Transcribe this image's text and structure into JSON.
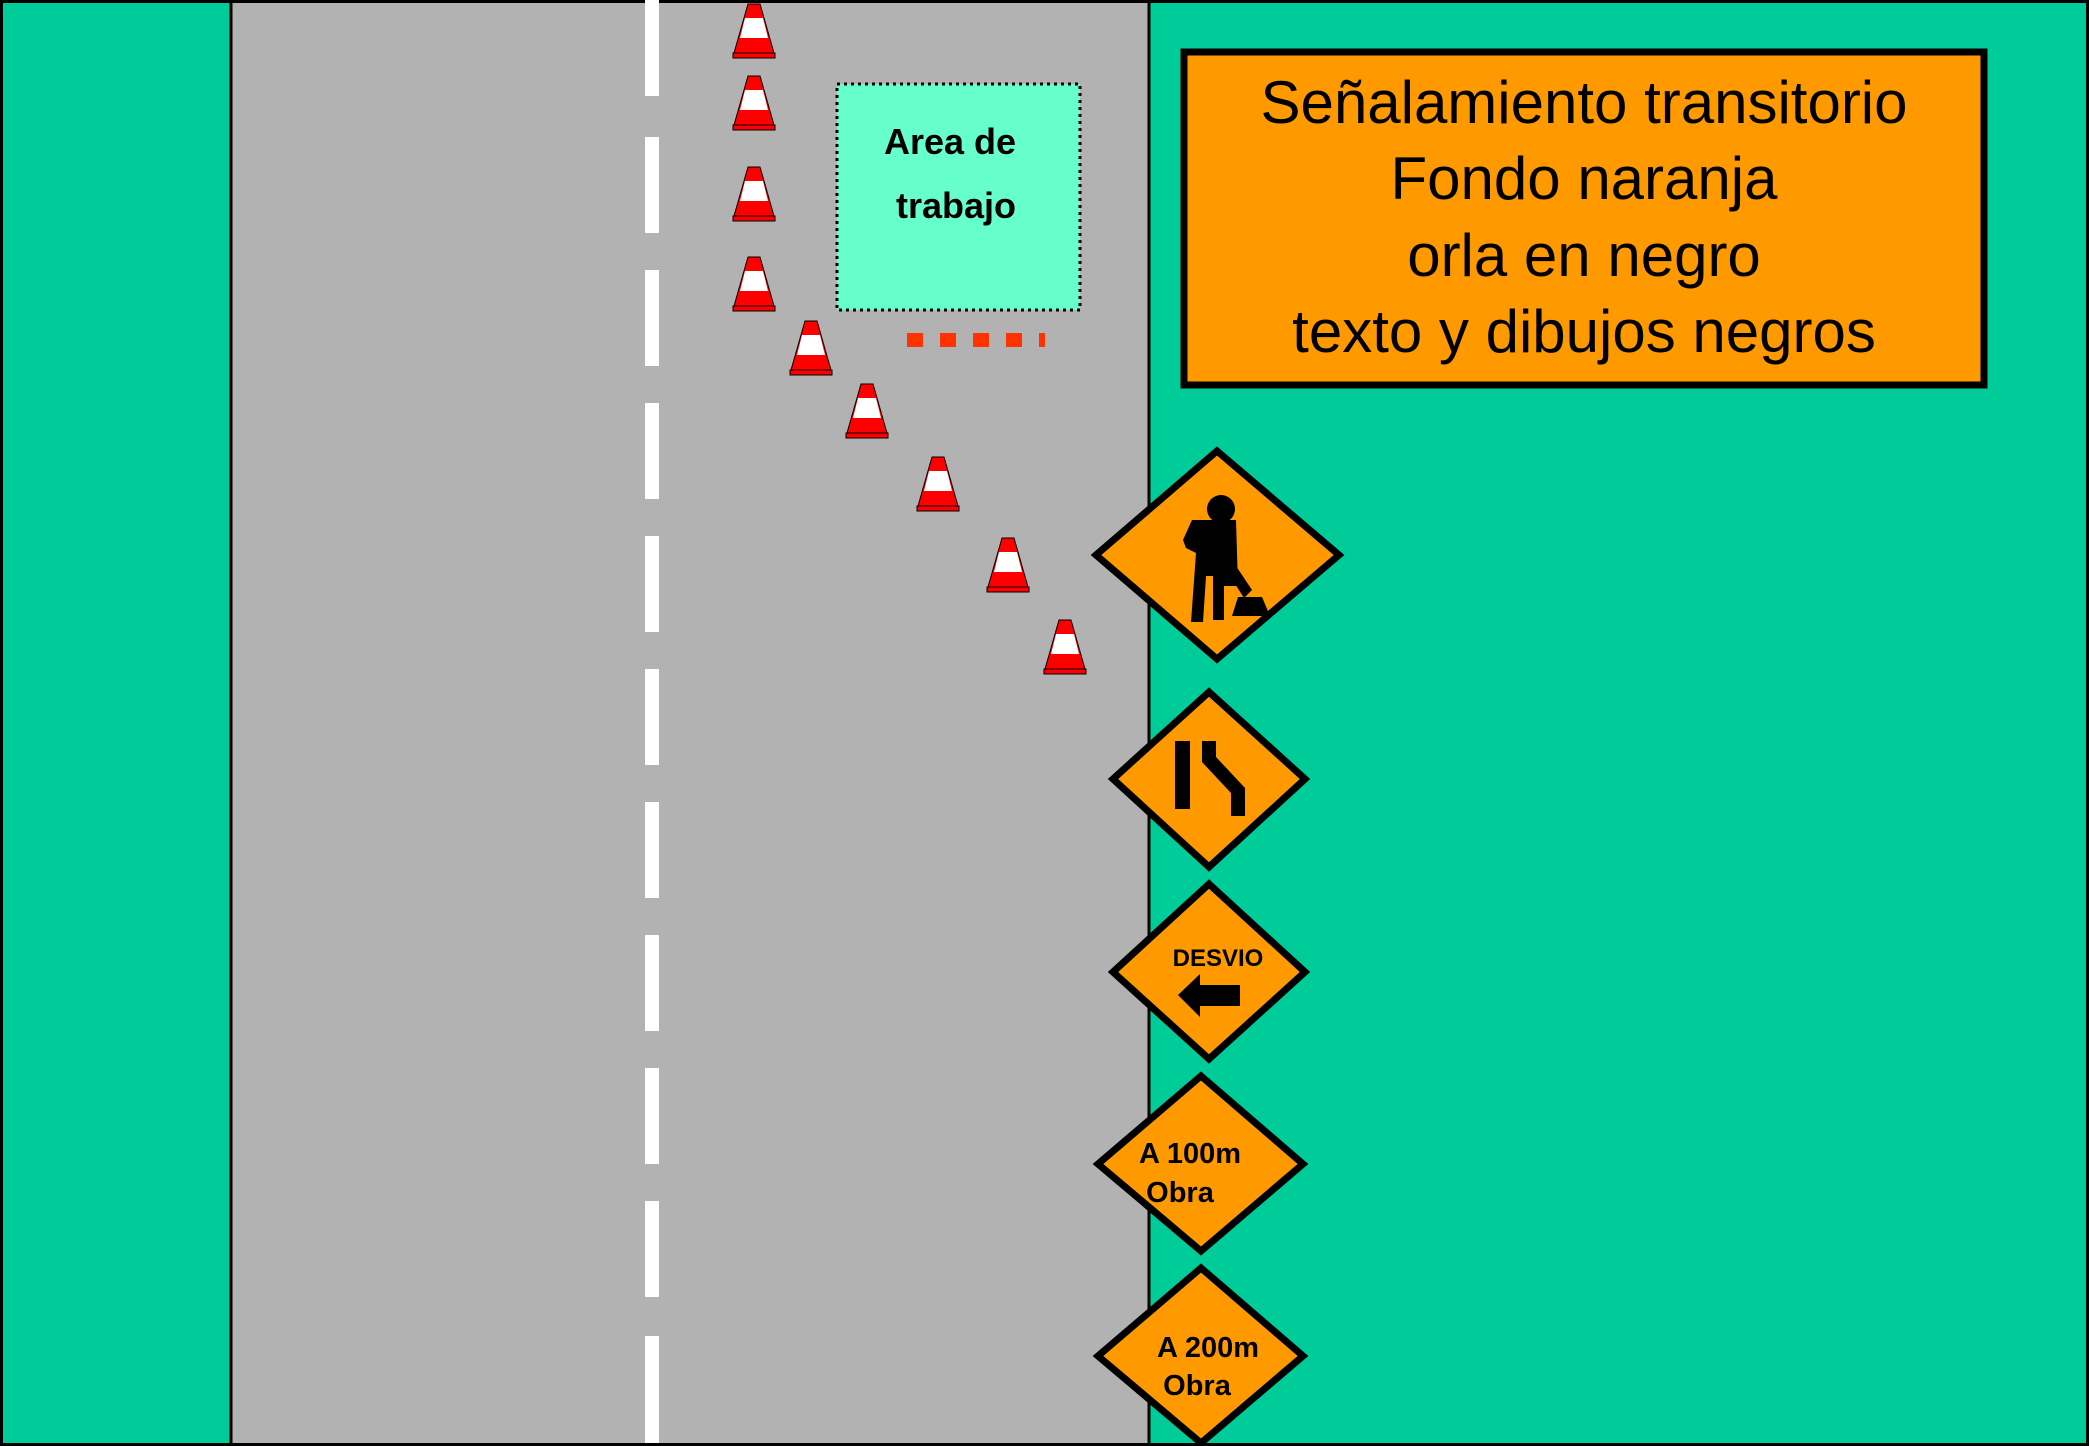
{
  "colors": {
    "verge": "#00CC99",
    "road": "#B2B2B2",
    "lane_marking": "#FFFFFF",
    "work_area": "#66FFCC",
    "sign_orange": "#FF9900",
    "border": "#000000",
    "cone_red": "#FF0000",
    "barrier_red": "#FF3300"
  },
  "legend": {
    "lines": [
      "Señalamiento transitorio",
      "Fondo naranja",
      "orla en negro",
      "texto y dibujos negros"
    ]
  },
  "work_area": {
    "line1": "Area de",
    "line2": "trabajo"
  },
  "signs": [
    {
      "id": "men-at-work",
      "icon": "worker-icon"
    },
    {
      "id": "lane-narrows",
      "icon": "lane-reduction-icon"
    },
    {
      "id": "detour",
      "label": "DESVIO",
      "icon": "arrow-left-icon"
    },
    {
      "id": "obra-100",
      "line1": "A 100m",
      "line2": "Obra"
    },
    {
      "id": "obra-200",
      "line1": "A 200m",
      "line2": "Obra"
    }
  ],
  "cones": {
    "count": 9
  }
}
